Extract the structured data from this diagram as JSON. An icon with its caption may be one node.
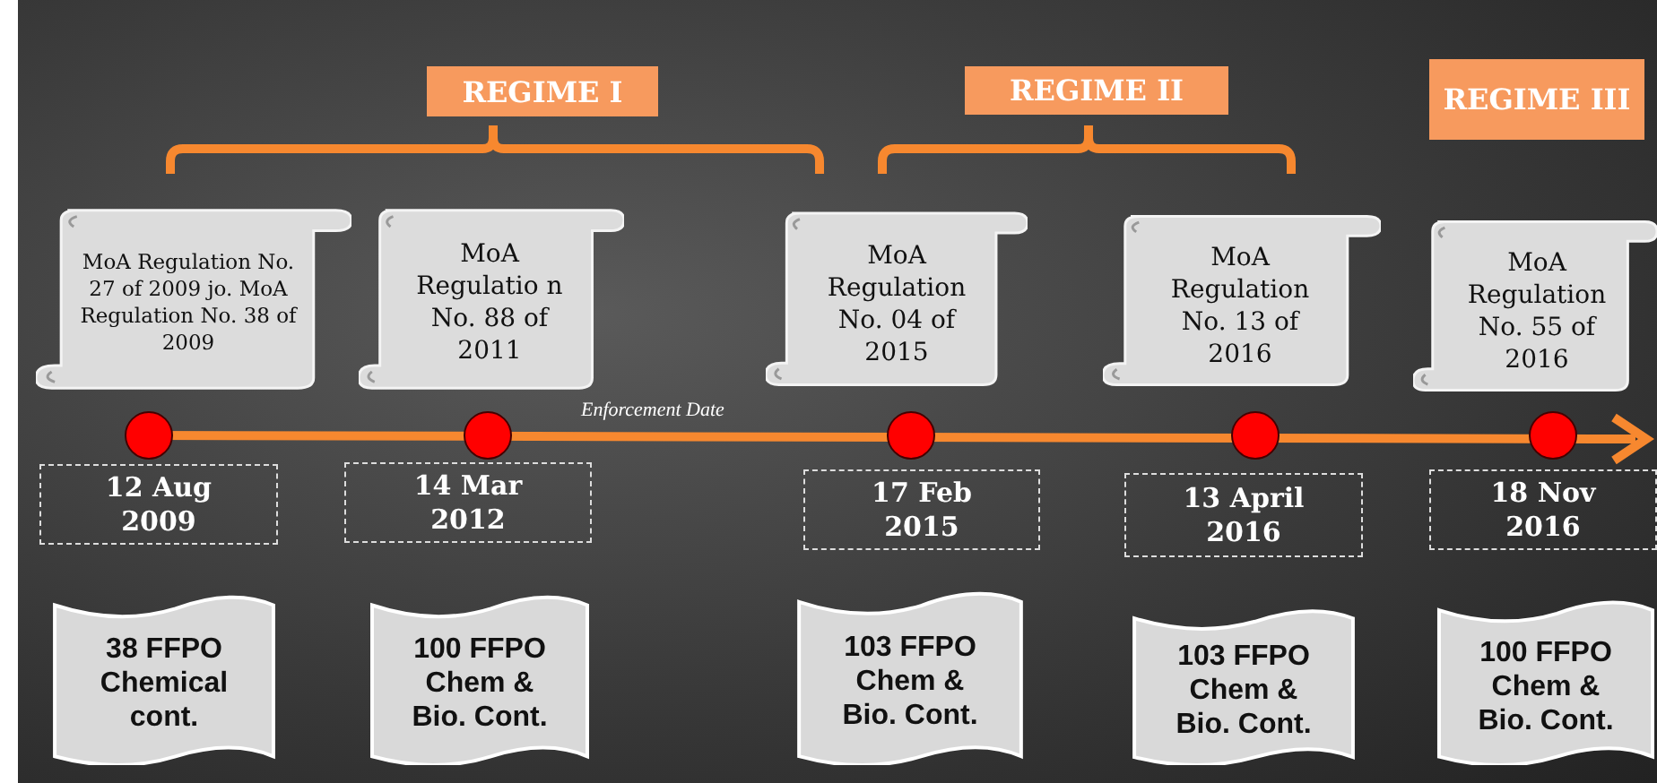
{
  "diagram": {
    "nodes": [
      {
        "text": [
          "REGIME I"
        ]
      },
      {
        "text": [
          "REGIME II"
        ]
      },
      {
        "text": [
          "REGIME III"
        ]
      },
      {
        "text": [
          "MoA Regulation No. 27 of 2009 jo. MoA Regulation No. 38 of 2009"
        ]
      },
      {
        "text": [
          "MoA Regulatio n No. 88 of 2011"
        ]
      },
      {
        "text": [
          "MoA Regulation No. 04 of 2015"
        ]
      },
      {
        "text": [
          "MoA Regulation No. 13 of 2016"
        ]
      },
      {
        "text": [
          "MoA Regulation No. 55 of 2016"
        ]
      },
      {
        "text": [
          "12 Aug 2009"
        ]
      },
      {
        "text": [
          "14 Mar 2012"
        ]
      },
      {
        "text": [
          "17 Feb 2015"
        ]
      },
      {
        "text": [
          "13 April 2016"
        ]
      },
      {
        "text": [
          "18 Nov 2016"
        ]
      },
      {
        "text": [
          "38 FFPO Chemical cont."
        ]
      },
      {
        "text": [
          "100 FFPO Chem & Bio. Cont."
        ]
      },
      {
        "text": [
          "103 FFPO Chem & Bio. Cont."
        ]
      },
      {
        "text": [
          "103 FFPO Chem & Bio. Cont."
        ]
      },
      {
        "text": [
          "100 FFPO Chem & Bio. Cont."
        ]
      }
    ],
    "edges": [],
    "labels": [
      "Enforcement Date"
    ]
  }
}
